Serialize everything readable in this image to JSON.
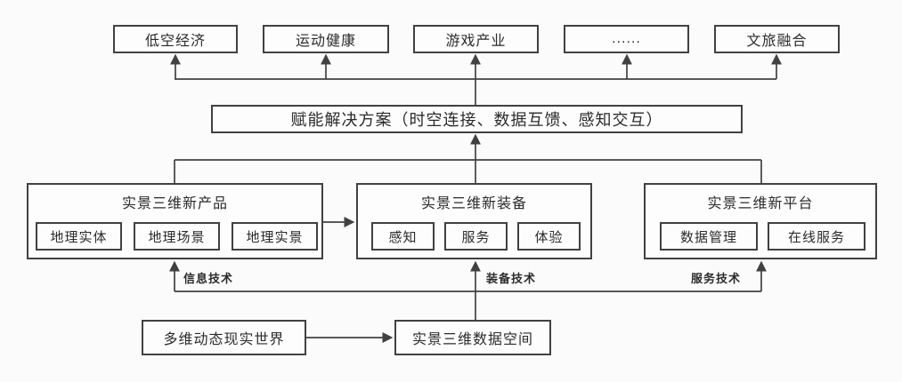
{
  "diagram": {
    "applications": [
      "低空经济",
      "运动健康",
      "游戏产业",
      "......",
      "文旅融合"
    ],
    "solution_band": "赋能解决方案（时空连接、数据互馈、感知交互）",
    "groups": [
      {
        "title": "实景三维新产品",
        "items": [
          "地理实体",
          "地理场景",
          "地理实景"
        ]
      },
      {
        "title": "实景三维新装备",
        "items": [
          "感知",
          "服务",
          "体验"
        ]
      },
      {
        "title": "实景三维新平台",
        "items": [
          "数据管理",
          "在线服务"
        ]
      }
    ],
    "tech_labels": [
      "信息技术",
      "装备技术",
      "服务技术"
    ],
    "bottom_row": [
      "多维动态现实世界",
      "实景三维数据空间"
    ],
    "colors": {
      "line": "#414141",
      "border": "#414141",
      "text": "#2b2b2b",
      "background": "#fbfbfb"
    }
  }
}
